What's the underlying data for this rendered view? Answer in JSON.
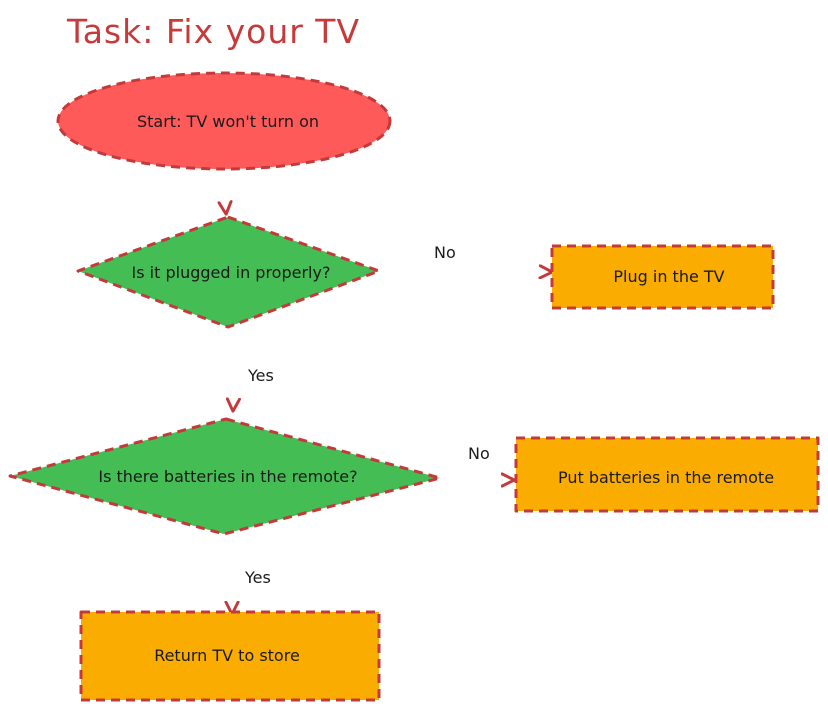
{
  "title": "Task: Fix your TV",
  "colors": {
    "title": "#c73a3a",
    "stroke": "#c43a3a",
    "start_fill": "#ff5a5a",
    "decision_fill": "#44bd55",
    "process_fill": "#fbac00",
    "text": "#1a1a1a"
  },
  "nodes": {
    "start": {
      "label": "Start: TV won't turn on",
      "shape": "ellipse"
    },
    "plugged": {
      "label": "Is it plugged in properly?",
      "shape": "diamond"
    },
    "plug_in": {
      "label": "Plug in the TV",
      "shape": "rectangle"
    },
    "batteries": {
      "label": "Is there batteries in the remote?",
      "shape": "diamond"
    },
    "put_batteries": {
      "label": "Put batteries in the remote",
      "shape": "rectangle"
    },
    "return": {
      "label": "Return TV to store",
      "shape": "rectangle"
    }
  },
  "edges": [
    {
      "from": "start",
      "to": "plugged",
      "label": ""
    },
    {
      "from": "plugged",
      "to": "plug_in",
      "label": "No"
    },
    {
      "from": "plugged",
      "to": "batteries",
      "label": "Yes"
    },
    {
      "from": "batteries",
      "to": "put_batteries",
      "label": "No"
    },
    {
      "from": "batteries",
      "to": "return",
      "label": "Yes"
    }
  ]
}
